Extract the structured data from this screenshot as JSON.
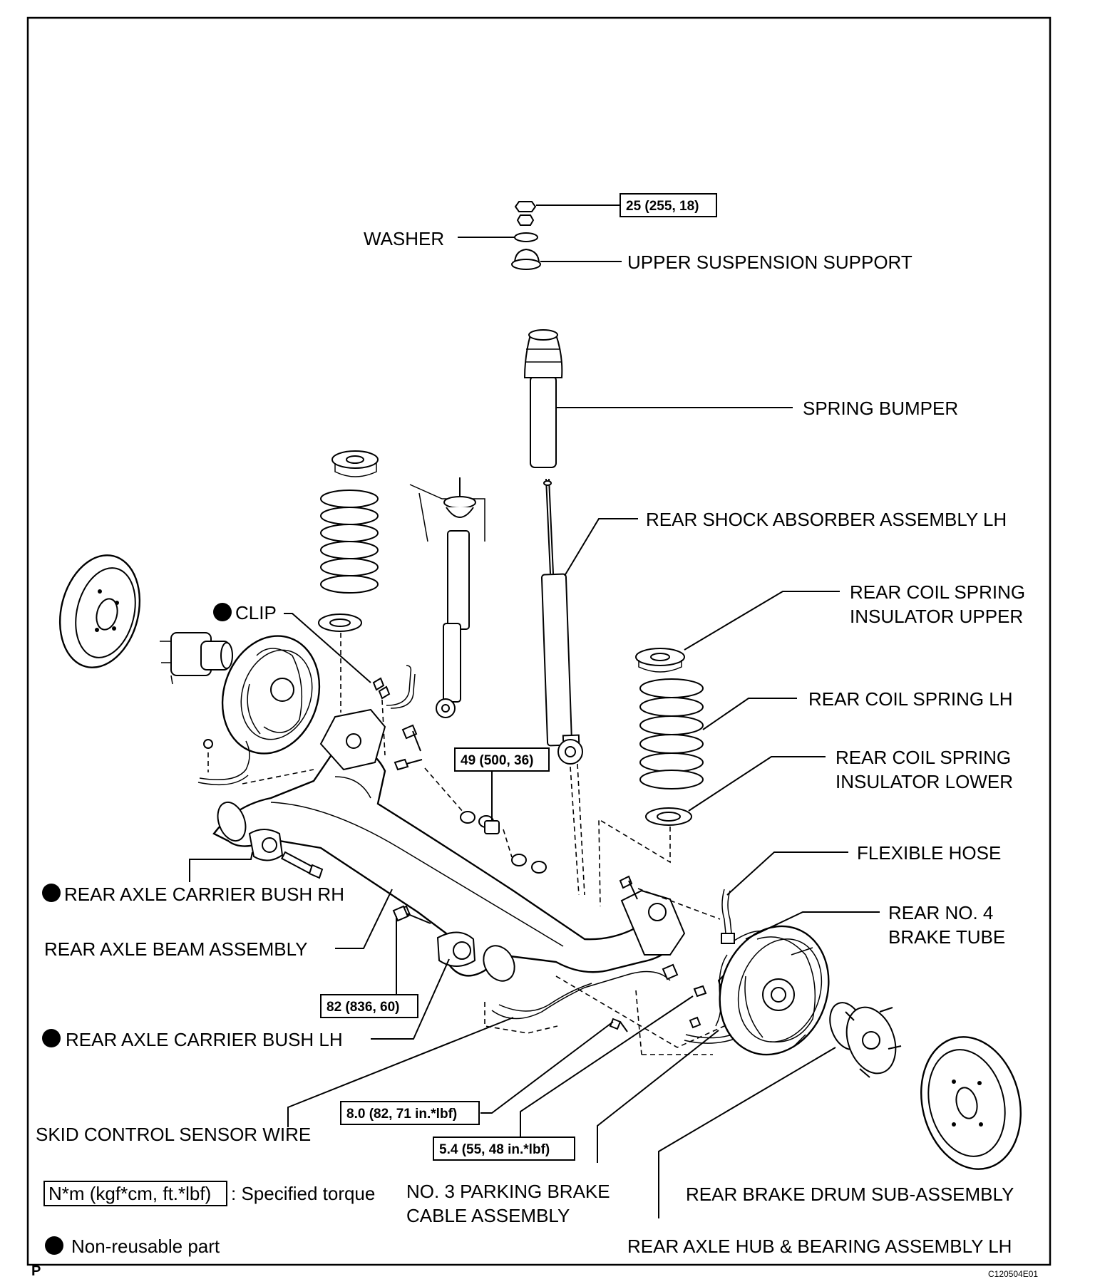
{
  "diagram": {
    "labels": {
      "washer": "WASHER",
      "upper_suspension_support": "UPPER SUSPENSION SUPPORT",
      "spring_bumper": "SPRING BUMPER",
      "rear_shock_absorber": "REAR SHOCK ABSORBER ASSEMBLY LH",
      "coil_spring_insulator_upper_1": "REAR COIL SPRING",
      "coil_spring_insulator_upper_2": "INSULATOR UPPER",
      "rear_coil_spring_lh": "REAR COIL SPRING LH",
      "coil_spring_insulator_lower_1": "REAR COIL SPRING",
      "coil_spring_insulator_lower_2": "INSULATOR LOWER",
      "flexible_hose": "FLEXIBLE HOSE",
      "brake_tube_1": "REAR NO. 4",
      "brake_tube_2": "BRAKE TUBE",
      "clip": "CLIP",
      "carrier_bush_rh": "REAR AXLE CARRIER BUSH RH",
      "axle_beam": "REAR AXLE BEAM ASSEMBLY",
      "carrier_bush_lh": "REAR AXLE CARRIER BUSH LH",
      "skid_sensor_wire": "SKID CONTROL SENSOR WIRE",
      "parking_cable_1": "NO. 3 PARKING BRAKE",
      "parking_cable_2": "CABLE ASSEMBLY",
      "brake_drum": "REAR BRAKE DRUM SUB-ASSEMBLY",
      "hub_bearing": "REAR AXLE HUB & BEARING ASSEMBLY LH"
    },
    "torques": {
      "nut_top": "25 (255, 18)",
      "shock_lower": "49 (500, 36)",
      "beam_bolt": "82 (836, 60)",
      "sensor_bolt": "8.0 (82, 71 in.*lbf)",
      "tube_bolt": "5.4 (55, 48 in.*lbf)"
    },
    "legend": {
      "torque_box": "N*m (kgf*cm, ft.*lbf)",
      "torque_text": ": Specified torque",
      "nonreusable": "Non-reusable part"
    },
    "corner_left": "P",
    "figure_code": "C120504E01"
  }
}
